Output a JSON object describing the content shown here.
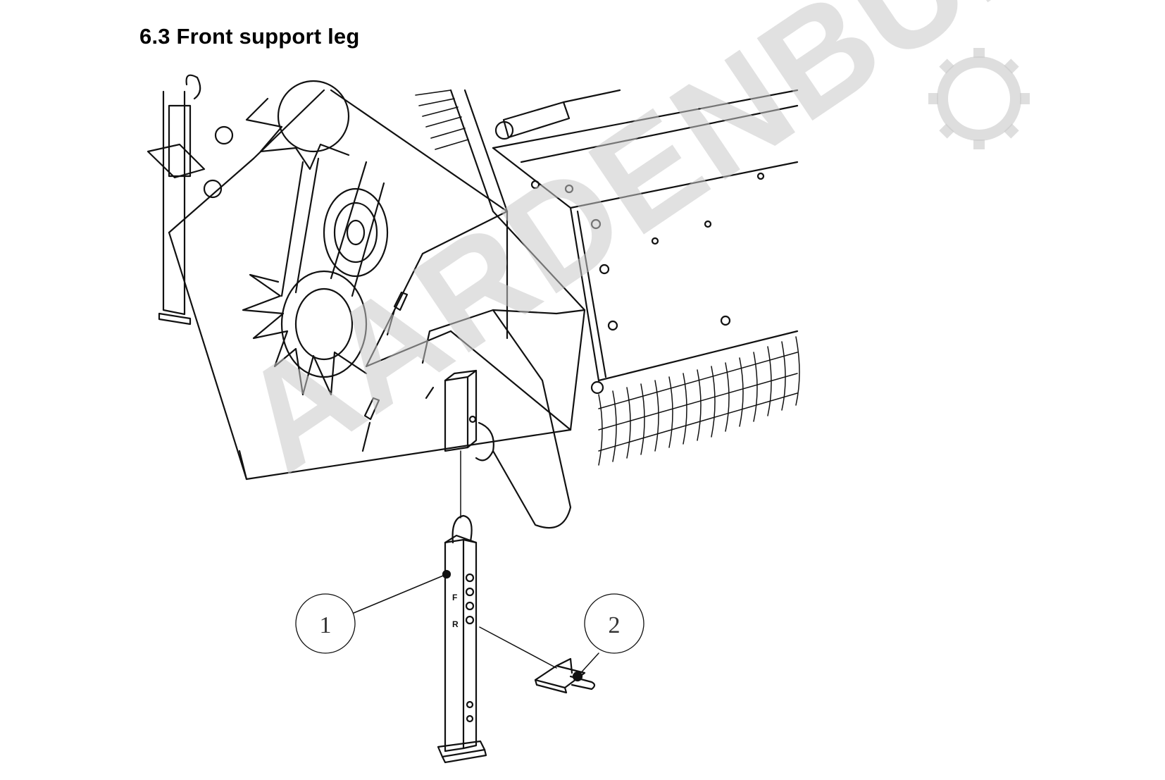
{
  "section": {
    "title": "6.3 Front support leg"
  },
  "figure": {
    "watermark": "AARDENBURG",
    "watermark_color": "#c8c8c8",
    "callouts": [
      {
        "number": "1"
      },
      {
        "number": "2"
      }
    ],
    "leg_letters": [
      "F",
      "R"
    ]
  }
}
